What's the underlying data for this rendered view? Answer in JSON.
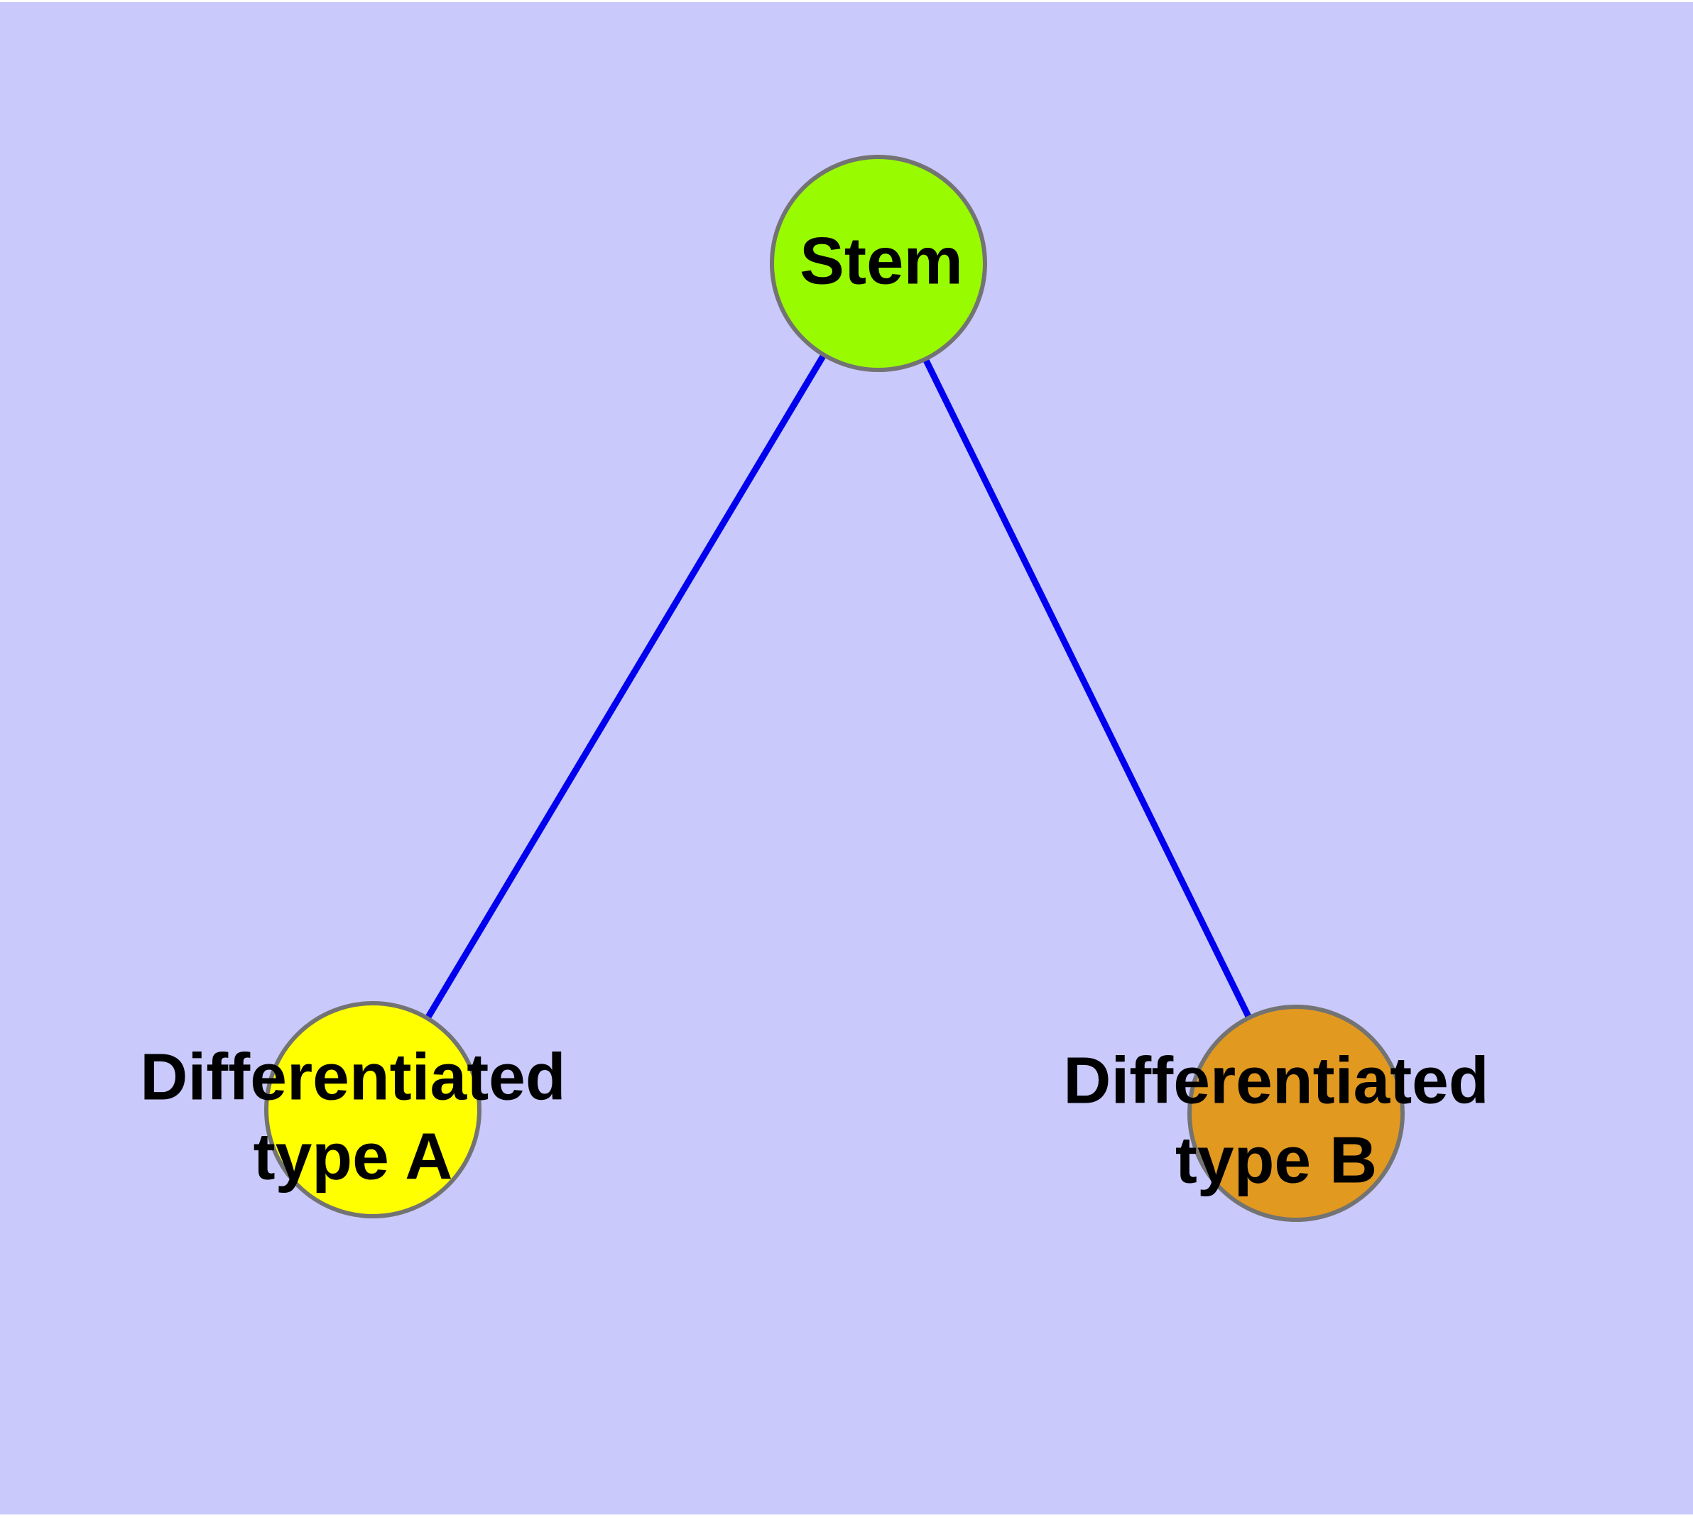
{
  "diagram": {
    "title": "",
    "background_color": "#C9C9FB",
    "page_edge_color": "#FFFFFF",
    "edge_color": "#0000EE",
    "node_border_color": "#737373",
    "label_color": "#000000",
    "nodes": [
      {
        "id": "stem",
        "label": "Stem",
        "fill": "#99FB00"
      },
      {
        "id": "type-a",
        "label_line1": "Differentiated",
        "label_line2": "type A",
        "fill": "#FFFF00"
      },
      {
        "id": "type-b",
        "label_line1": "Differentiated",
        "label_line2": "type B",
        "fill": "#E2991F"
      }
    ],
    "edges": [
      {
        "from": "Stem",
        "to": "Differentiated type A"
      },
      {
        "from": "Stem",
        "to": "Differentiated type B"
      }
    ]
  }
}
